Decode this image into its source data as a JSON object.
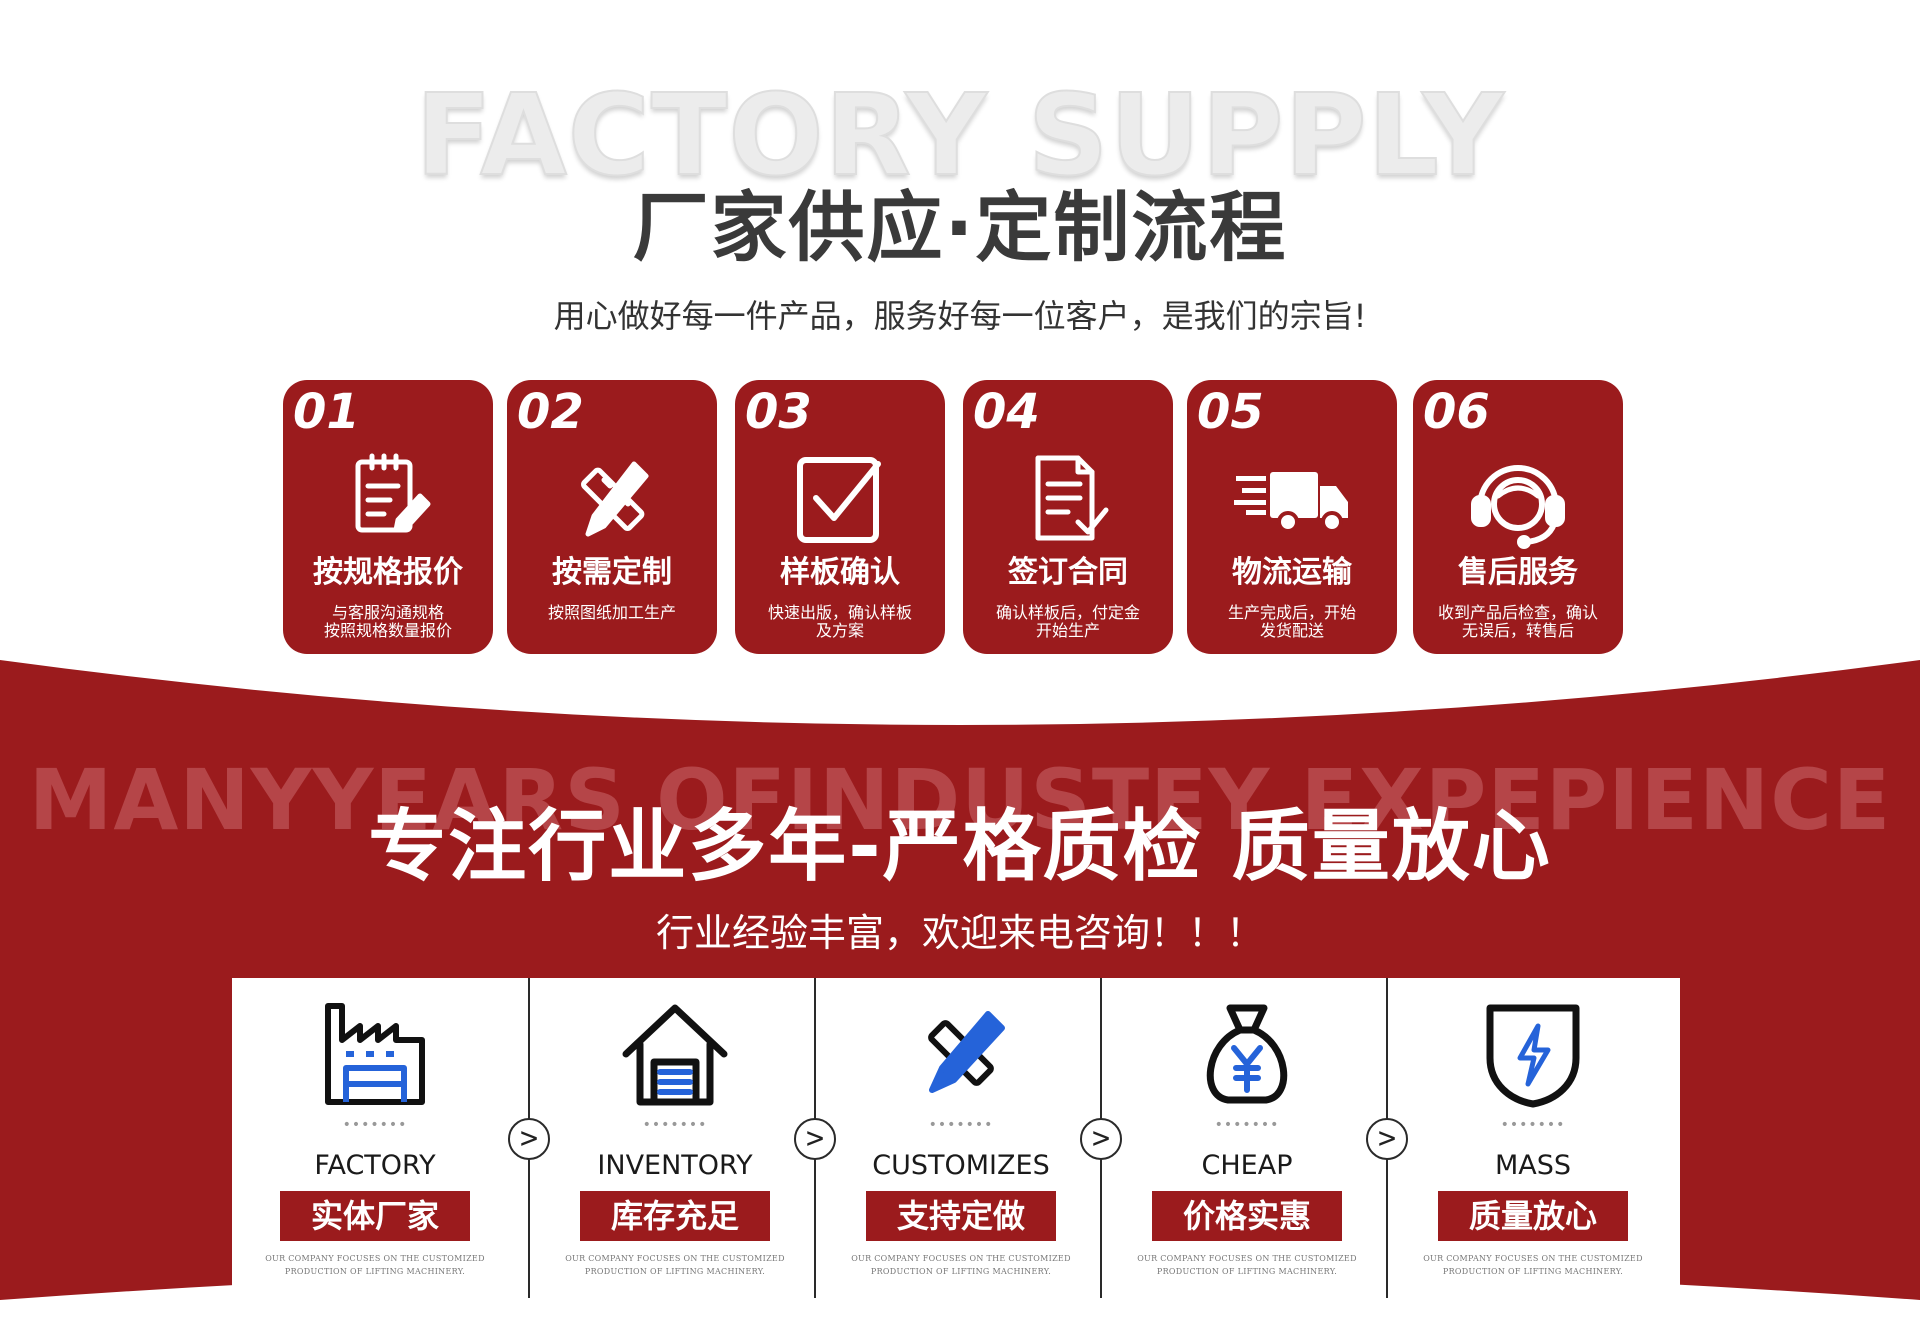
{
  "header": {
    "bg_title": "FACTORY SUPPLY",
    "title": "厂家供应·定制流程",
    "subtitle": "用心做好每一件产品，服务好每一位客户，是我们的宗旨!"
  },
  "steps": [
    {
      "num": "01",
      "icon": "clipboard-pencil-icon",
      "title": "按规格报价",
      "desc": "与客服沟通规格\n按照规格数量报价"
    },
    {
      "num": "02",
      "icon": "pencil-ruler-icon",
      "title": "按需定制",
      "desc": "按照图纸加工生产"
    },
    {
      "num": "03",
      "icon": "checkbox-icon",
      "title": "样板确认",
      "desc": "快速出版，确认样板\n及方案"
    },
    {
      "num": "04",
      "icon": "document-check-icon",
      "title": "签订合同",
      "desc": "确认样板后，付定金\n开始生产"
    },
    {
      "num": "05",
      "icon": "delivery-truck-icon",
      "title": "物流运输",
      "desc": "生产完成后，开始\n发货配送"
    },
    {
      "num": "06",
      "icon": "headset-support-icon",
      "title": "售后服务",
      "desc": "收到产品后检查，确认\n无误后，转售后"
    }
  ],
  "band": {
    "bg_title": "MANYYEARS OFINDUSTEY EXPEPIENCE",
    "title": "专注行业多年-严格质检 质量放心",
    "subtitle": "行业经验丰富，欢迎来电咨询！！！"
  },
  "features": [
    {
      "icon": "factory-icon",
      "dots": "•••••••",
      "en": "FACTORY",
      "cn": "实体厂家",
      "small": "OUR COMPANY FOCUSES ON THE CUSTOMIZED\nPRODUCTION OF LIFTING MACHINERY."
    },
    {
      "icon": "warehouse-icon",
      "dots": "•••••••",
      "en": "INVENTORY",
      "cn": "库存充足",
      "small": "OUR COMPANY FOCUSES ON THE CUSTOMIZED\nPRODUCTION OF LIFTING MACHINERY."
    },
    {
      "icon": "pencil-ruler-icon",
      "dots": "•••••••",
      "en": "CUSTOMIZES",
      "cn": "支持定做",
      "small": "OUR COMPANY FOCUSES ON THE CUSTOMIZED\nPRODUCTION OF LIFTING MACHINERY."
    },
    {
      "icon": "money-bag-icon",
      "dots": "•••••••",
      "en": "CHEAP",
      "cn": "价格实惠",
      "small": "OUR COMPANY FOCUSES ON THE CUSTOMIZED\nPRODUCTION OF LIFTING MACHINERY."
    },
    {
      "icon": "shield-bolt-icon",
      "dots": "•••••••",
      "en": "MASS",
      "cn": "质量放心",
      "small": "OUR COMPANY FOCUSES ON THE CUSTOMIZED\nPRODUCTION OF LIFTING MACHINERY."
    }
  ],
  "arrow_glyph": ">",
  "colors": {
    "brand_red": "#9b1b1d",
    "accent_blue": "#2563d9",
    "dark": "#1a1a1a"
  }
}
